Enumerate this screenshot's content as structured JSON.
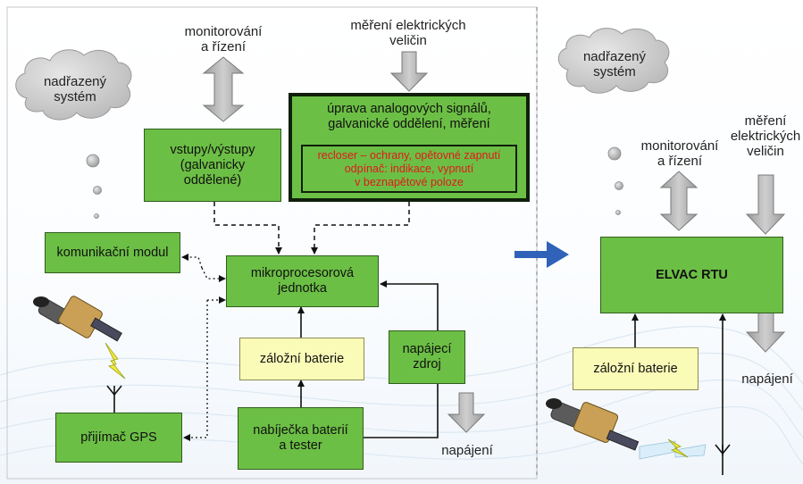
{
  "left": {
    "cloud": "nadřazený\nsystém",
    "monitor_label": "monitorování\na řízení",
    "measure_label": "měření elektrických\nveličin",
    "io_box": "vstupy/výstupy\n(galvanicky\noddělené)",
    "analog_box": "úprava analogových signálů,\ngalvanické oddělení, měření",
    "recloser_box": "recloser – ochrany, opětovné zapnutí\nodpínač: indikace, vypnutí\nv beznapětové poloze",
    "comm_box": "komunikační modul",
    "cpu_box": "mikroprocesorová\njednotka",
    "backup_box": "záložní baterie",
    "power_box": "napájecí\nzdroj",
    "charger_box": "nabíječka baterií\na tester",
    "gps_box": "přijímač GPS",
    "power_label": "napájení"
  },
  "right": {
    "cloud": "nadřazený\nsystém",
    "monitor_label": "monitorování\na řízení",
    "measure_label": "měření\nelektrických\nveličin",
    "rtu_box": "ELVAC RTU",
    "backup_box": "záložní baterie",
    "power_label": "napájení"
  },
  "colors": {
    "box_green": "#6cbf45",
    "box_yellow": "#fbfbb8",
    "transition_arrow": "#2f62b8",
    "io_arrow": "#a8a8a8",
    "recloser_text": "#e01a1a"
  }
}
